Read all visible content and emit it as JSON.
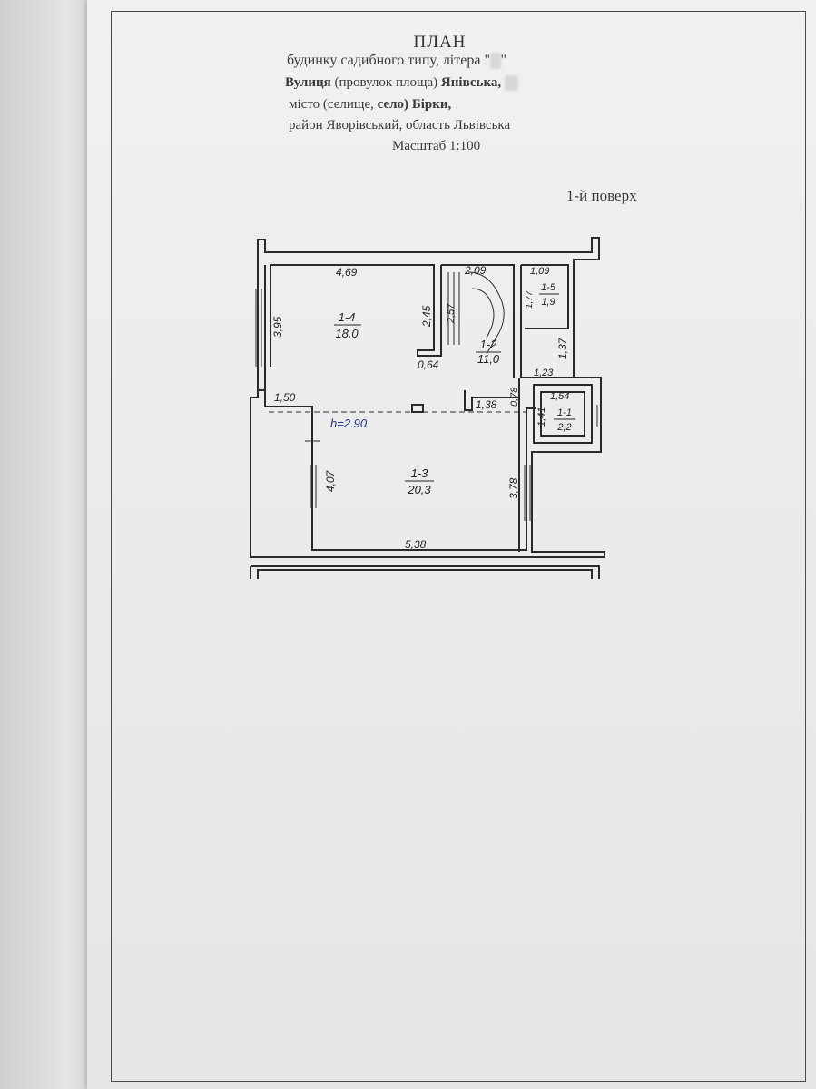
{
  "header": {
    "title": "ПЛАН",
    "subtitle_prefix": "будинку садибного типу, літера \"",
    "subtitle_redacted": "А",
    "subtitle_suffix": "\"",
    "street_label": "Вулиця",
    "street_note": "(провулок площа)",
    "street_name": "Янівська,",
    "street_number_redacted": "00",
    "city_label": "місто (селище,",
    "city_type": "село)",
    "city_name": "Бірки,",
    "district_line": "район Яворівський, область Львівська",
    "scale": "Масштаб 1:100"
  },
  "floor_label": "1-й поверх",
  "plan": {
    "ceiling_height": "h=2.90",
    "rooms": [
      {
        "id": "1-4",
        "area": "18,0"
      },
      {
        "id": "1-2",
        "area": "11,0"
      },
      {
        "id": "1-5",
        "area": "1,9"
      },
      {
        "id": "1-1",
        "area": "2,2"
      },
      {
        "id": "1-3",
        "area": "20,3"
      }
    ],
    "dimensions": {
      "d469": "4,69",
      "d395": "3,95",
      "d245": "2,45",
      "d209": "2,09",
      "d257": "2,57",
      "d109": "1,09",
      "d177": "1,77",
      "d137": "1,37",
      "d064": "0,64",
      "d123": "1,23",
      "d078": "0,78",
      "d154": "1,54",
      "d141": "1,41",
      "d150": "1,50",
      "d138": "1,38",
      "d407": "4,07",
      "d378": "3,78",
      "d538": "5,38"
    }
  }
}
